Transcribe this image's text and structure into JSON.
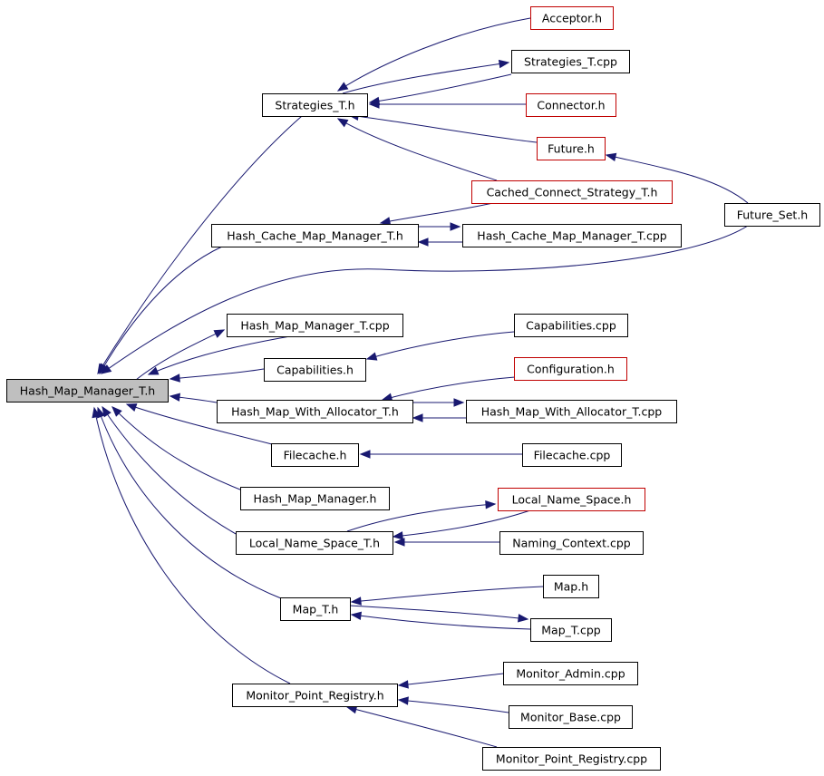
{
  "colors": {
    "edge": "#191970",
    "node_border": "#000000",
    "node_border_undocumented": "#c00000",
    "root_fill": "#bfbfbf",
    "node_fill": "#ffffff"
  },
  "nodes": [
    {
      "id": "hmm_t_h",
      "label": "Hash_Map_Manager_T.h",
      "style": "root"
    },
    {
      "id": "strategies_t_h",
      "label": "Strategies_T.h",
      "style": "normal"
    },
    {
      "id": "acceptor_h",
      "label": "Acceptor.h",
      "style": "red"
    },
    {
      "id": "strategies_t_cpp",
      "label": "Strategies_T.cpp",
      "style": "normal"
    },
    {
      "id": "connector_h",
      "label": "Connector.h",
      "style": "red"
    },
    {
      "id": "future_h",
      "label": "Future.h",
      "style": "red"
    },
    {
      "id": "cached_connect",
      "label": "Cached_Connect_Strategy_T.h",
      "style": "red"
    },
    {
      "id": "future_set_h",
      "label": "Future_Set.h",
      "style": "normal"
    },
    {
      "id": "hcmm_t_h",
      "label": "Hash_Cache_Map_Manager_T.h",
      "style": "normal"
    },
    {
      "id": "hcmm_t_cpp",
      "label": "Hash_Cache_Map_Manager_T.cpp",
      "style": "normal"
    },
    {
      "id": "hmm_t_cpp",
      "label": "Hash_Map_Manager_T.cpp",
      "style": "normal"
    },
    {
      "id": "capabilities_cpp",
      "label": "Capabilities.cpp",
      "style": "normal"
    },
    {
      "id": "capabilities_h",
      "label": "Capabilities.h",
      "style": "normal"
    },
    {
      "id": "configuration_h",
      "label": "Configuration.h",
      "style": "red"
    },
    {
      "id": "hmwa_t_h",
      "label": "Hash_Map_With_Allocator_T.h",
      "style": "normal"
    },
    {
      "id": "hmwa_t_cpp",
      "label": "Hash_Map_With_Allocator_T.cpp",
      "style": "normal"
    },
    {
      "id": "filecache_h",
      "label": "Filecache.h",
      "style": "normal"
    },
    {
      "id": "filecache_cpp",
      "label": "Filecache.cpp",
      "style": "normal"
    },
    {
      "id": "hmm_h",
      "label": "Hash_Map_Manager.h",
      "style": "normal"
    },
    {
      "id": "lns_h",
      "label": "Local_Name_Space.h",
      "style": "red"
    },
    {
      "id": "lns_t_h",
      "label": "Local_Name_Space_T.h",
      "style": "normal"
    },
    {
      "id": "naming_context_cpp",
      "label": "Naming_Context.cpp",
      "style": "normal"
    },
    {
      "id": "map_h",
      "label": "Map.h",
      "style": "normal"
    },
    {
      "id": "map_t_h",
      "label": "Map_T.h",
      "style": "normal"
    },
    {
      "id": "map_t_cpp",
      "label": "Map_T.cpp",
      "style": "normal"
    },
    {
      "id": "monitor_admin_cpp",
      "label": "Monitor_Admin.cpp",
      "style": "normal"
    },
    {
      "id": "mpr_h",
      "label": "Monitor_Point_Registry.h",
      "style": "normal"
    },
    {
      "id": "monitor_base_cpp",
      "label": "Monitor_Base.cpp",
      "style": "normal"
    },
    {
      "id": "mpr_cpp",
      "label": "Monitor_Point_Registry.cpp",
      "style": "normal"
    }
  ],
  "edges": [
    {
      "from": "strategies_t_h",
      "to": "hmm_t_h"
    },
    {
      "from": "hcmm_t_h",
      "to": "hmm_t_h"
    },
    {
      "from": "future_set_h",
      "to": "hmm_t_h"
    },
    {
      "from": "hmm_t_cpp",
      "to": "hmm_t_h"
    },
    {
      "from": "capabilities_h",
      "to": "hmm_t_h"
    },
    {
      "from": "hmwa_t_h",
      "to": "hmm_t_h"
    },
    {
      "from": "filecache_h",
      "to": "hmm_t_h"
    },
    {
      "from": "hmm_h",
      "to": "hmm_t_h"
    },
    {
      "from": "lns_t_h",
      "to": "hmm_t_h"
    },
    {
      "from": "map_t_h",
      "to": "hmm_t_h"
    },
    {
      "from": "mpr_h",
      "to": "hmm_t_h"
    },
    {
      "from": "hmm_t_h",
      "to": "hmm_t_cpp"
    },
    {
      "from": "acceptor_h",
      "to": "strategies_t_h"
    },
    {
      "from": "strategies_t_cpp",
      "to": "strategies_t_h"
    },
    {
      "from": "strategies_t_h",
      "to": "strategies_t_cpp"
    },
    {
      "from": "connector_h",
      "to": "strategies_t_h"
    },
    {
      "from": "future_h",
      "to": "strategies_t_h"
    },
    {
      "from": "cached_connect",
      "to": "strategies_t_h"
    },
    {
      "from": "future_set_h",
      "to": "future_h"
    },
    {
      "from": "cached_connect",
      "to": "hcmm_t_h"
    },
    {
      "from": "hcmm_t_cpp",
      "to": "hcmm_t_h"
    },
    {
      "from": "hcmm_t_h",
      "to": "hcmm_t_cpp"
    },
    {
      "from": "capabilities_cpp",
      "to": "capabilities_h"
    },
    {
      "from": "configuration_h",
      "to": "hmwa_t_h"
    },
    {
      "from": "hmwa_t_cpp",
      "to": "hmwa_t_h"
    },
    {
      "from": "hmwa_t_h",
      "to": "hmwa_t_cpp"
    },
    {
      "from": "filecache_cpp",
      "to": "filecache_h"
    },
    {
      "from": "lns_h",
      "to": "lns_t_h"
    },
    {
      "from": "lns_t_h",
      "to": "lns_h"
    },
    {
      "from": "naming_context_cpp",
      "to": "lns_t_h"
    },
    {
      "from": "map_h",
      "to": "map_t_h"
    },
    {
      "from": "map_t_cpp",
      "to": "map_t_h"
    },
    {
      "from": "map_t_h",
      "to": "map_t_cpp"
    },
    {
      "from": "monitor_admin_cpp",
      "to": "mpr_h"
    },
    {
      "from": "monitor_base_cpp",
      "to": "mpr_h"
    },
    {
      "from": "mpr_cpp",
      "to": "mpr_h"
    }
  ]
}
